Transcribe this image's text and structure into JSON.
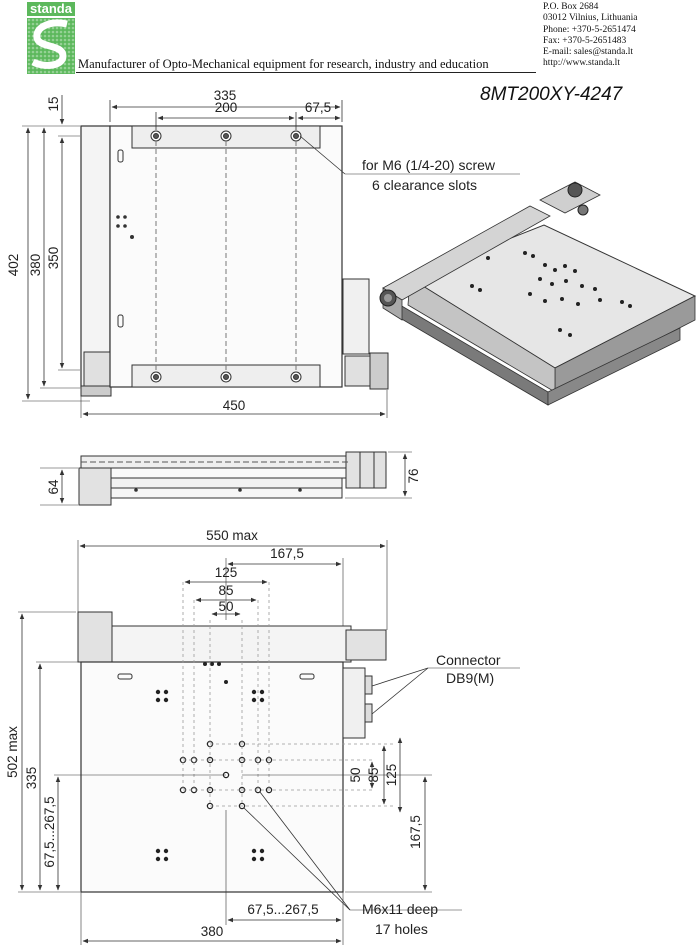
{
  "header": {
    "brand": "standa",
    "tagline": "Manufacturer of Opto-Mechanical equipment for research, industry and education",
    "contact": [
      "P.O. Box 2684",
      "03012 Vilnius, Lithuania",
      "Phone: +370-5-2651474",
      "Fax: +370-5-2651483",
      "E-mail: sales@standa.lt",
      "http://www.standa.lt"
    ],
    "brand_color": "#5cb85c"
  },
  "model": "8MT200XY-4247",
  "top_view": {
    "dims": {
      "overall_top": "335",
      "inner_top": "200",
      "offset_top": "67,5",
      "left_offset": "15",
      "height_402": "402",
      "height_380": "380",
      "height_350": "350",
      "width_450": "450"
    },
    "note_line1": "for M6 (1/4-20) screw",
    "note_line2": "6 clearance slots"
  },
  "side_view": {
    "dims": {
      "h64": "64",
      "h76": "76"
    }
  },
  "bottom_view": {
    "dims": {
      "width_550": "550 max",
      "d167_top": "167,5",
      "d125_top": "125",
      "d85_top": "85",
      "d50_top": "50",
      "height_502": "502 max",
      "h335": "335",
      "h675_left": "67,5...267,5",
      "r50": "50",
      "r85": "85",
      "r125": "125",
      "r167": "167,5",
      "b675": "67,5...267,5",
      "b380": "380"
    },
    "connector_label": "Connector",
    "connector_type": "DB9(M)",
    "holes_line1": "M6x11 deep",
    "holes_line2": "17 holes"
  }
}
